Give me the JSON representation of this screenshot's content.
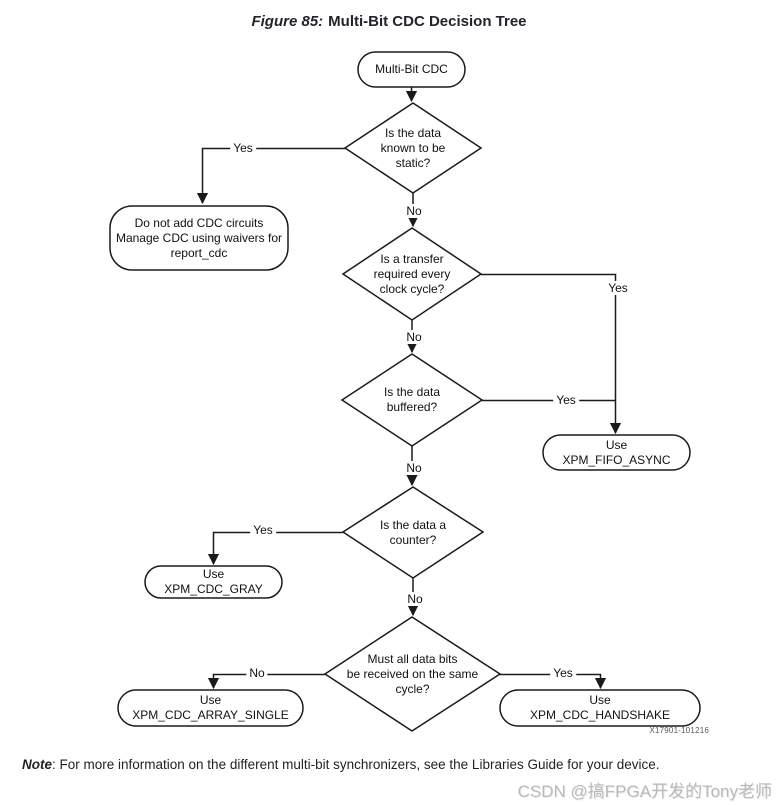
{
  "figure": {
    "label": "Figure 85:",
    "title": "Multi-Bit CDC Decision Tree",
    "figure_id": "X17901-101216"
  },
  "nodes": {
    "start": {
      "lines": [
        "Multi-Bit CDC"
      ]
    },
    "d_static": {
      "lines": [
        "Is the data",
        "known to be",
        "static?"
      ]
    },
    "waivers": {
      "lines": [
        "Do not add CDC circuits",
        "Manage CDC using waivers for",
        "report_cdc"
      ]
    },
    "d_transfer": {
      "lines": [
        "Is a transfer",
        "required every",
        "clock cycle?"
      ]
    },
    "d_buffered": {
      "lines": [
        "Is the data",
        "buffered?"
      ]
    },
    "fifo_async": {
      "lines": [
        "Use",
        "XPM_FIFO_ASYNC"
      ]
    },
    "d_counter": {
      "lines": [
        "Is the data a",
        "counter?"
      ]
    },
    "cdc_gray": {
      "lines": [
        "Use",
        "XPM_CDC_GRAY"
      ]
    },
    "d_same_cycle": {
      "lines": [
        "Must all data bits",
        "be received on the same",
        "cycle?"
      ]
    },
    "array_single": {
      "lines": [
        "Use",
        "XPM_CDC_ARRAY_SINGLE"
      ]
    },
    "handshake": {
      "lines": [
        "Use",
        "XPM_CDC_HANDSHAKE"
      ]
    }
  },
  "edges": {
    "static_yes": "Yes",
    "static_no": "No",
    "transfer_yes": "Yes",
    "transfer_no": "No",
    "buffered_yes": "Yes",
    "buffered_no": "No",
    "counter_yes": "Yes",
    "counter_no": "No",
    "same_cycle_no": "No",
    "same_cycle_yes": "Yes"
  },
  "note": {
    "label": "Note",
    "text": ": For more information on the different multi-bit synchronizers, see the Libraries Guide for your device."
  },
  "watermark": "CSDN @搞FPGA开发的Tony老师",
  "colors": {
    "line": "#1a1a1a",
    "shape_fill": "#ffffff",
    "figure_id": "#5d564f",
    "watermark": "#b9b9b9"
  }
}
